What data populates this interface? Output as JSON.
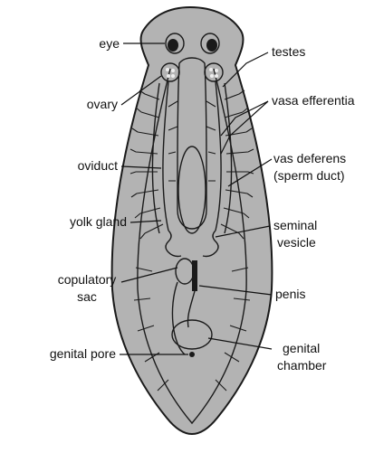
{
  "colors": {
    "body_fill": "#b3b3b3",
    "gut_fill": "#d9d9d9",
    "organ_fill": "#8f8f8f",
    "ink": "#1a1a1a",
    "background": "#ffffff"
  },
  "labels": {
    "eye": "eye",
    "ovary": "ovary",
    "oviduct": "oviduct",
    "yolk_gland": "yolk gland",
    "copulatory_sac_line1": "copulatory",
    "copulatory_sac_line2": "sac",
    "genital_pore": "genital pore",
    "testes": "testes",
    "vasa_efferentia": "vasa efferentia",
    "vas_deferens_line1": "vas deferens",
    "vas_deferens_line2": "(sperm duct)",
    "seminal_vesicle_line1": "seminal",
    "seminal_vesicle_line2": "vesicle",
    "penis": "penis",
    "genital_chamber_line1": "genital",
    "genital_chamber_line2": "chamber"
  }
}
